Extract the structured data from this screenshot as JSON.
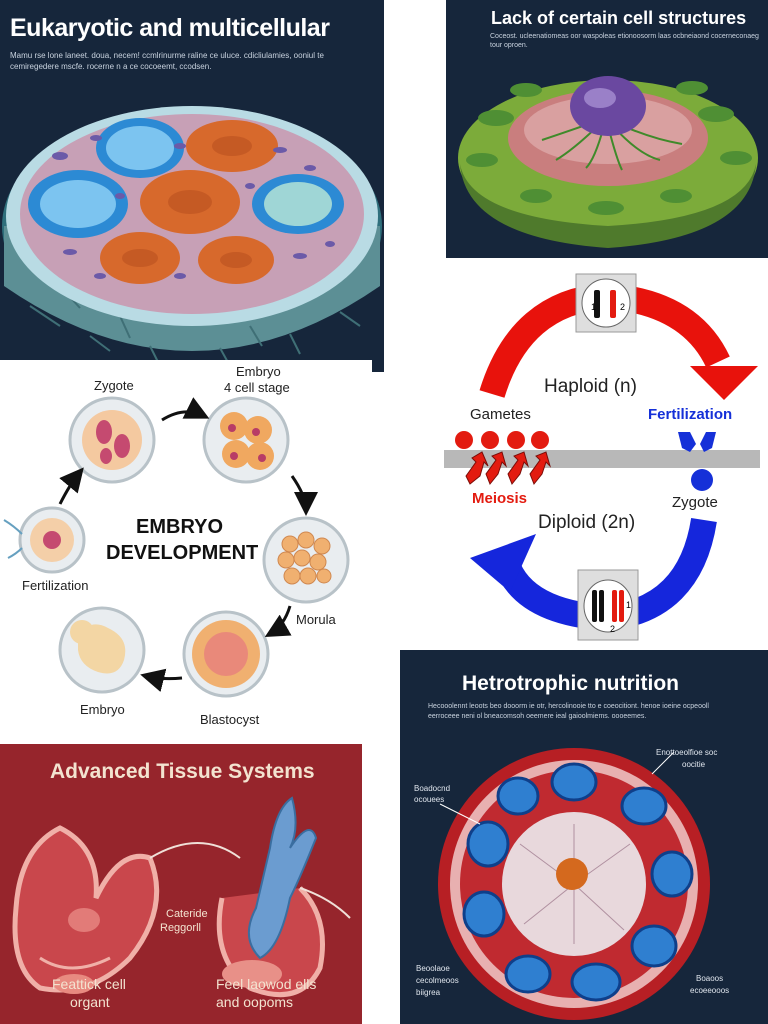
{
  "panels": {
    "eukaryotic": {
      "title": "Eukaryotic and multicellular",
      "blurb": "Mamu rse lone laneet. doua, necem! ccmlrinurme raline ce uluce. cdicliulamies, ooniul te cemiregedere mscfe. rocerne n a ce cocoeemt, ccodsen."
    },
    "lack": {
      "title": "Lack of certain cell structures",
      "blurb": "Coceost. ucleenatiomeas oor waspoleas etionoosorm laas ocbneiaond cocerneconaeg tour oproen."
    },
    "lifecycle": {
      "haploid": "Haploid (n)",
      "diploid": "Diploid (2n)",
      "gametes": "Gametes",
      "fertilization": "Fertilization",
      "meiosis": "Meiosis",
      "zygote": "Zygote",
      "chrom_top_1": "1",
      "chrom_top_2": "2",
      "chrom_bottom_1": "1",
      "chrom_bottom_2": "2"
    },
    "embryo": {
      "center_line1": "EMBRYO",
      "center_line2": "DEVELOPMENT",
      "zygote": "Zygote",
      "embryo_4cell_line1": "Embryo",
      "embryo_4cell_line2": "4 cell stage",
      "morula": "Morula",
      "blastocyst": "Blastocyst",
      "embryo": "Embryo",
      "fertilization": "Fertilization"
    },
    "tissue": {
      "title": "Advanced Tissue Systems",
      "label_center_line1": "Cateride",
      "label_center_line2": "Reggorll",
      "label_left_line1": "Feattick cell",
      "label_left_line2": "organt",
      "label_right_line1": "Feel laowod ells",
      "label_right_line2": "and oopoms"
    },
    "hetro": {
      "title": "Hetrotrophic nutrition",
      "blurb": "Hecooolennt leoots beo dooorm ie otr, hercolinooie tto e coeocitiont. henoe ioeine ocpeooll eerroceee neni ol bneacomsoh oeemere ieal gaioolmiems. oooeemes.",
      "label_tr_line1": "Enottoeolfioe soc",
      "label_tr_line2": "oocitie",
      "label_l_line1": "Boadocnd",
      "label_l_line2": "ocouees",
      "label_bl_line1": "Beoolaoe",
      "label_bl_line2": "cecolmeoos",
      "label_bl_line3": "biigrea",
      "label_br_line1": "Boaoos",
      "label_br_line2": "ecoeeooos"
    }
  },
  "colors": {
    "navy": "#17263a",
    "red_arrow": "#e8120c",
    "blue_arrow": "#1526dc",
    "meiosis_red": "#e31b10",
    "fert_blue": "#1530d8",
    "tissue_bg": "#96252c"
  }
}
